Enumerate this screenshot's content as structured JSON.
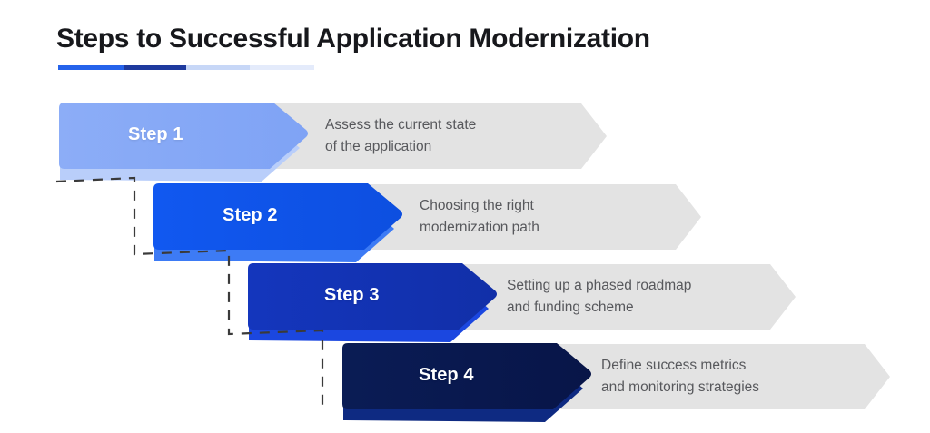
{
  "page": {
    "title": "Steps to Successful Application Modernization",
    "background_color": "#ffffff",
    "title_color": "#17181c",
    "description_text_color": "#57585c",
    "gray_banner_color": "#e3e3e3",
    "connector": {
      "name": "dashed-staircase-connector",
      "color": "#3a3a3a",
      "style": "dashed"
    }
  },
  "title_rule": {
    "segments": [
      {
        "name": "rule-segment-1",
        "color": "#2563eb"
      },
      {
        "name": "rule-segment-2",
        "color": "#1e3a9e"
      },
      {
        "name": "rule-segment-3",
        "color": "#c7d7f7"
      },
      {
        "name": "rule-segment-4",
        "color": "#e4ebfb"
      }
    ]
  },
  "steps": [
    {
      "id": "step-1",
      "label": "Step 1",
      "description_line_1": "Assess the current state",
      "description_line_2": "of the application",
      "arrow_color": "#8cadf7",
      "arrow_color_dark": "#7fa3f5",
      "shadow_color": "#b9cefa"
    },
    {
      "id": "step-2",
      "label": "Step 2",
      "description_line_1": "Choosing the right",
      "description_line_2": "modernization path",
      "arrow_color": "#1158f0",
      "arrow_color_dark": "#0d4fe0",
      "shadow_color": "#3d7bf5"
    },
    {
      "id": "step-3",
      "label": "Step 3",
      "description_line_1": "Setting up a phased roadmap",
      "description_line_2": "and funding scheme",
      "arrow_color": "#1436bd",
      "arrow_color_dark": "#112fa8",
      "shadow_color": "#1b47e0"
    },
    {
      "id": "step-4",
      "label": "Step 4",
      "description_line_1": "Define success metrics",
      "description_line_2": "and monitoring strategies",
      "arrow_color": "#0a1c55",
      "arrow_color_dark": "#081548",
      "shadow_color": "#0e2a82"
    }
  ]
}
